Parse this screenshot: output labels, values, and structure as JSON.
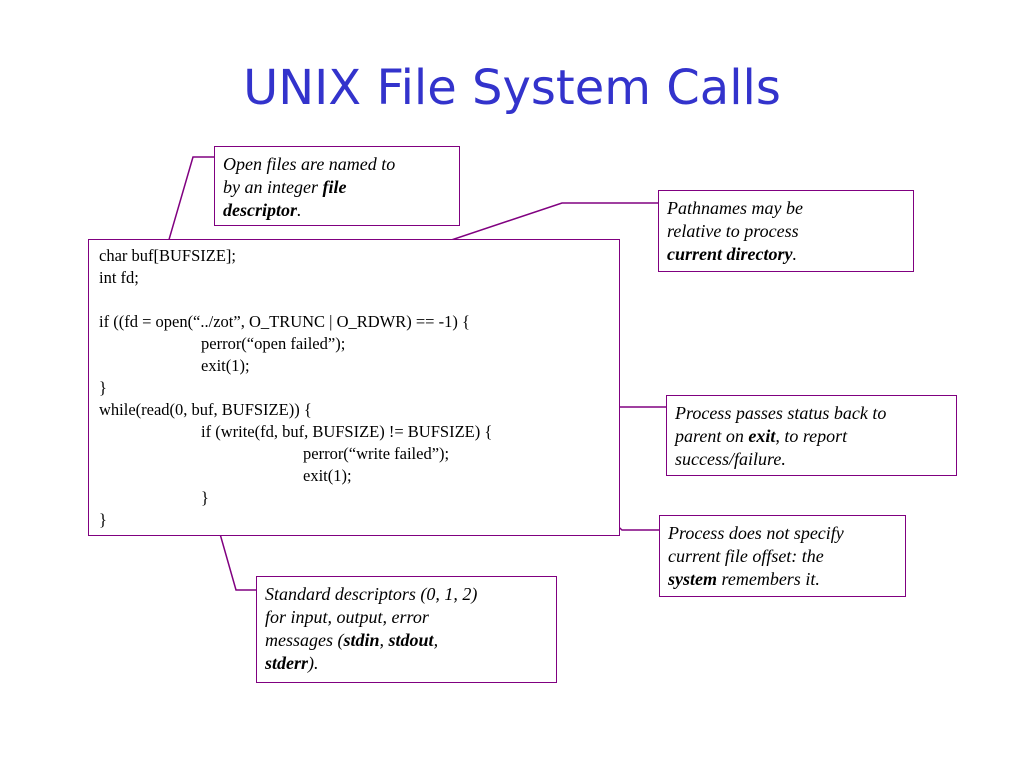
{
  "slide": {
    "title": "UNIX File System Calls"
  },
  "code": {
    "lines": [
      "char buf[BUFSIZE];",
      "int fd;",
      "if ((fd = open(“../zot”, O_TRUNC | O_RDWR) == -1) {",
      "perror(“open failed”);",
      "exit(1);",
      "}",
      "while(read(0, buf, BUFSIZE)) {",
      "if (write(fd, buf, BUFSIZE) != BUFSIZE) {",
      "perror(“write failed”);",
      "exit(1);",
      "}",
      "}"
    ]
  },
  "notes": {
    "file_descriptor": {
      "text_before": "Open files are named to\nby an integer ",
      "bold": "file\ndescriptor",
      "text_after": "."
    },
    "pathnames": {
      "text_before": "Pathnames may be\nrelative to process\n",
      "bold": "current directory",
      "text_after": "."
    },
    "exit_status": {
      "text_before": "Process passes status back to\nparent on ",
      "bold": "exit",
      "text_after": ", to report\nsuccess/failure."
    },
    "file_offset": {
      "text_before": "Process does not specify\ncurrent file offset: the\n",
      "bold": "system",
      "text_after": " remembers it."
    },
    "std_descriptors": {
      "text_before": "Standard descriptors (0, 1, 2)\nfor input, output, error\nmessages (",
      "bold1": "stdin",
      "sep1": ", ",
      "bold2": "stdout",
      "sep2": ",\n",
      "bold3": "stderr",
      "text_after": ")."
    }
  },
  "colors": {
    "title": "#3333cc",
    "border": "#800080",
    "connector": "#800080"
  }
}
